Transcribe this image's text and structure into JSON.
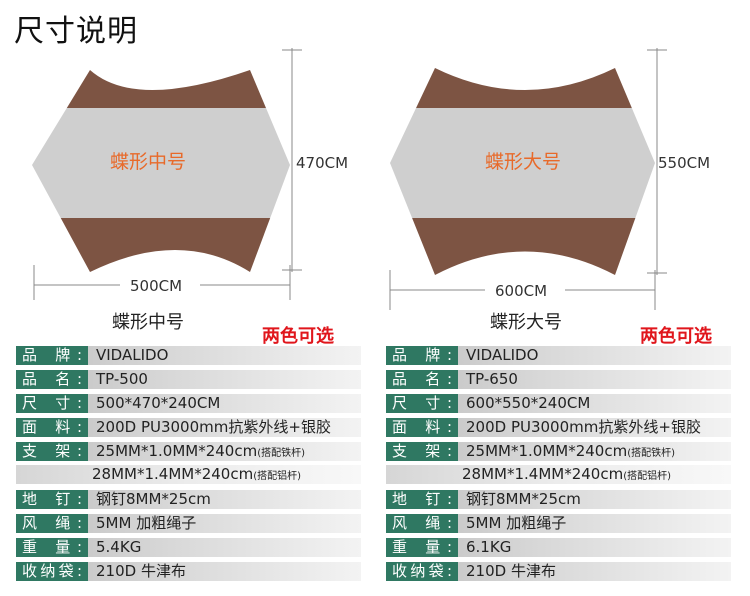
{
  "title": "尺寸说明",
  "colors": {
    "brown": "#7d5443",
    "grey": "#cfcfcf",
    "label_bg": "#2f7862",
    "highlight_red": "#e0161c",
    "tarp_name": "#e86a2a"
  },
  "products": [
    {
      "tarp_label": "蝶形中号",
      "height_dim": "470CM",
      "width_dim": "500CM",
      "caption": "蝶形中号",
      "two_color": "两色可选",
      "specs": [
        {
          "label": "品 牌:",
          "value": "VIDALIDO"
        },
        {
          "label": "品 名:",
          "value": "TP-500"
        },
        {
          "label": "尺 寸:",
          "value": "500*470*240CM"
        },
        {
          "label": "面 料:",
          "value": "200D PU3000mm抗紫外线+银胶"
        },
        {
          "label": "支 架:",
          "value": "25MM*1.0MM*240cm",
          "note": "(搭配铁杆)"
        },
        {
          "label": "",
          "value": "28MM*1.4MM*240cm",
          "note": "(搭配铝杆)"
        },
        {
          "label": "地 钉:",
          "value": "钢钉8MM*25cm"
        },
        {
          "label": "风 绳:",
          "value": "5MM 加粗绳子"
        },
        {
          "label": "重 量:",
          "value": "5.4KG"
        },
        {
          "label": "收纳袋:",
          "value": "210D 牛津布"
        }
      ]
    },
    {
      "tarp_label": "蝶形大号",
      "height_dim": "550CM",
      "width_dim": "600CM",
      "caption": "蝶形大号",
      "two_color": "两色可选",
      "specs": [
        {
          "label": "品 牌:",
          "value": "VIDALIDO"
        },
        {
          "label": "品 名:",
          "value": "TP-650"
        },
        {
          "label": "尺 寸:",
          "value": "600*550*240CM"
        },
        {
          "label": "面 料:",
          "value": "200D PU3000mm抗紫外线+银胶"
        },
        {
          "label": "支 架:",
          "value": "25MM*1.0MM*240cm",
          "note": "(搭配铁杆)"
        },
        {
          "label": "",
          "value": "28MM*1.4MM*240cm",
          "note": "(搭配铝杆)"
        },
        {
          "label": "地 钉:",
          "value": "钢钉8MM*25cm"
        },
        {
          "label": "风 绳:",
          "value": "5MM 加粗绳子"
        },
        {
          "label": "重 量:",
          "value": "6.1KG"
        },
        {
          "label": "收纳袋:",
          "value": "210D 牛津布"
        }
      ]
    }
  ]
}
